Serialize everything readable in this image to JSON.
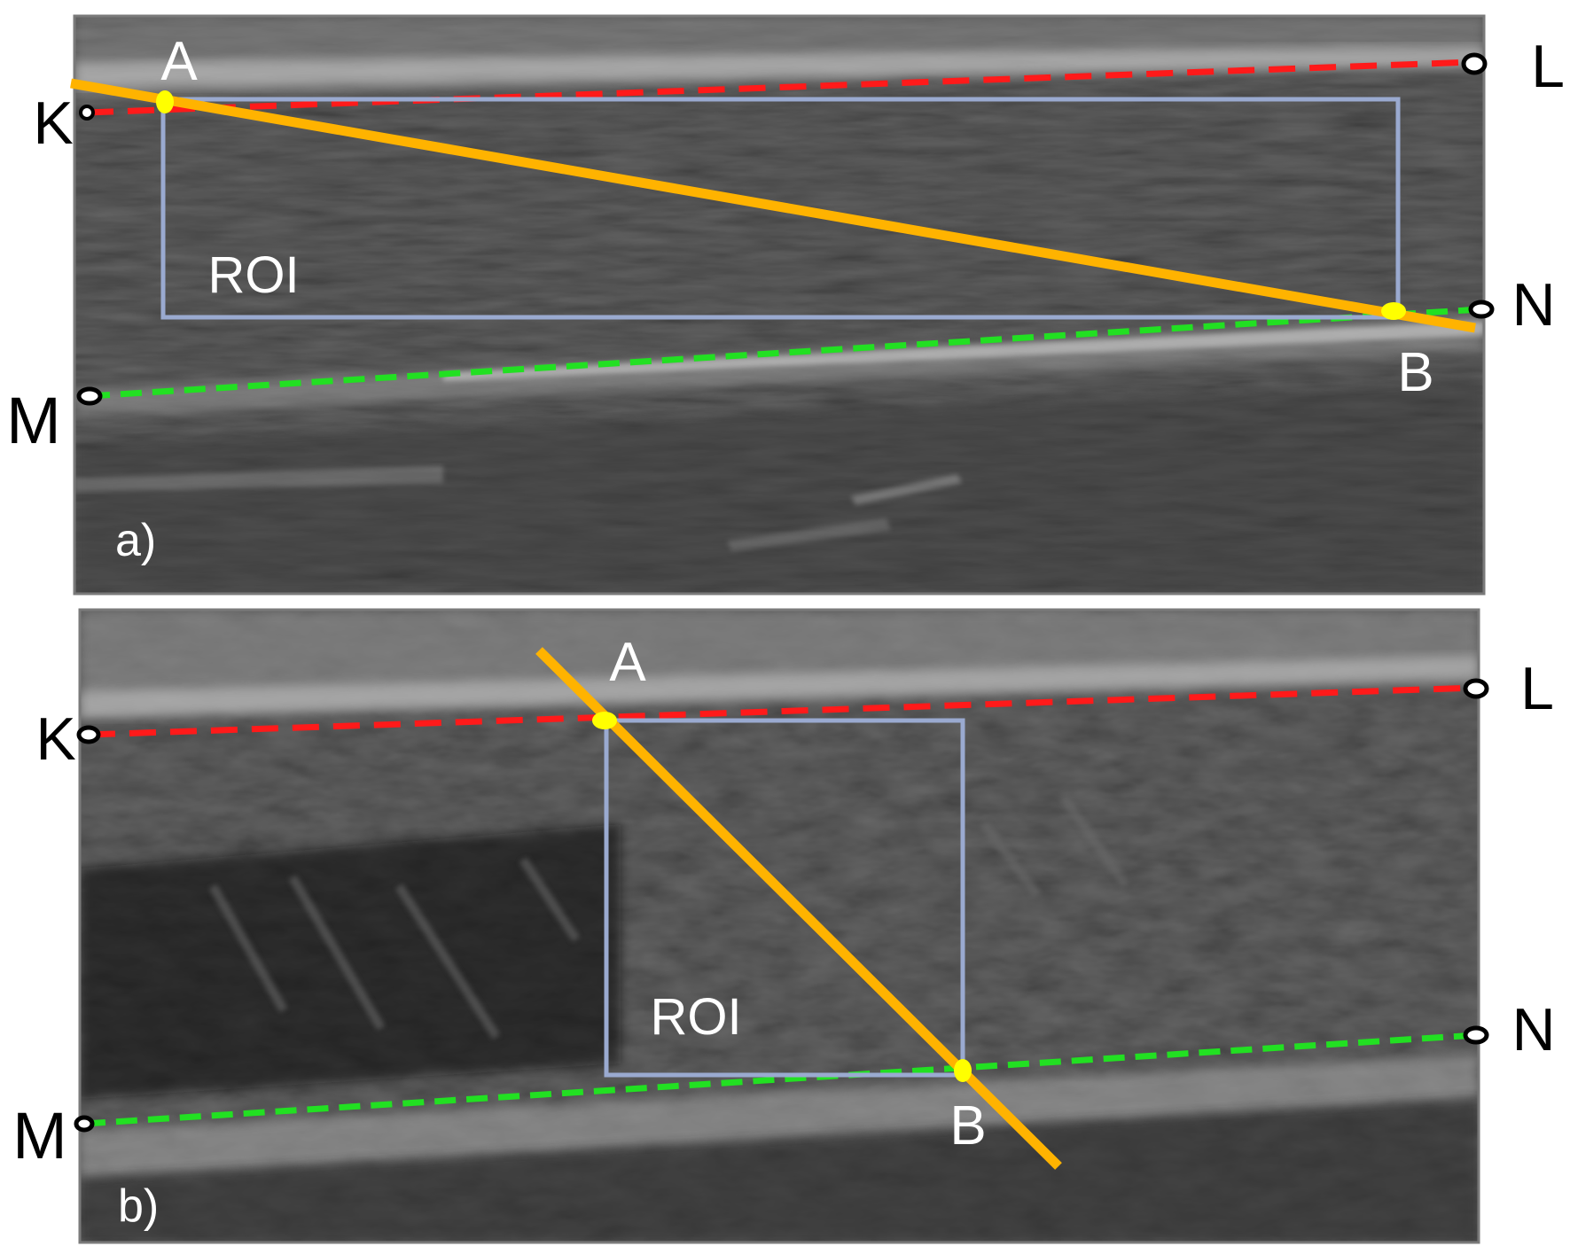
{
  "colors": {
    "upper_boundary": "#ff1a1a",
    "lower_boundary": "#22e022",
    "fascicle_line": "#ffb300",
    "intersection_point": "#ffff00",
    "roi_box": "#9aaad0",
    "label_text": "#ffffff",
    "outer_label_text": "#000000",
    "image_frame": "#7a7a7a"
  },
  "panels": [
    {
      "panel_label": "a)",
      "roi_label": "ROI",
      "point_a": "A",
      "point_b": "B",
      "end_k": "K",
      "end_l": "L",
      "end_m": "M",
      "end_n": "N"
    },
    {
      "panel_label": "b)",
      "roi_label": "ROI",
      "point_a": "A",
      "point_b": "B",
      "end_k": "K",
      "end_l": "L",
      "end_m": "M",
      "end_n": "N"
    }
  ]
}
